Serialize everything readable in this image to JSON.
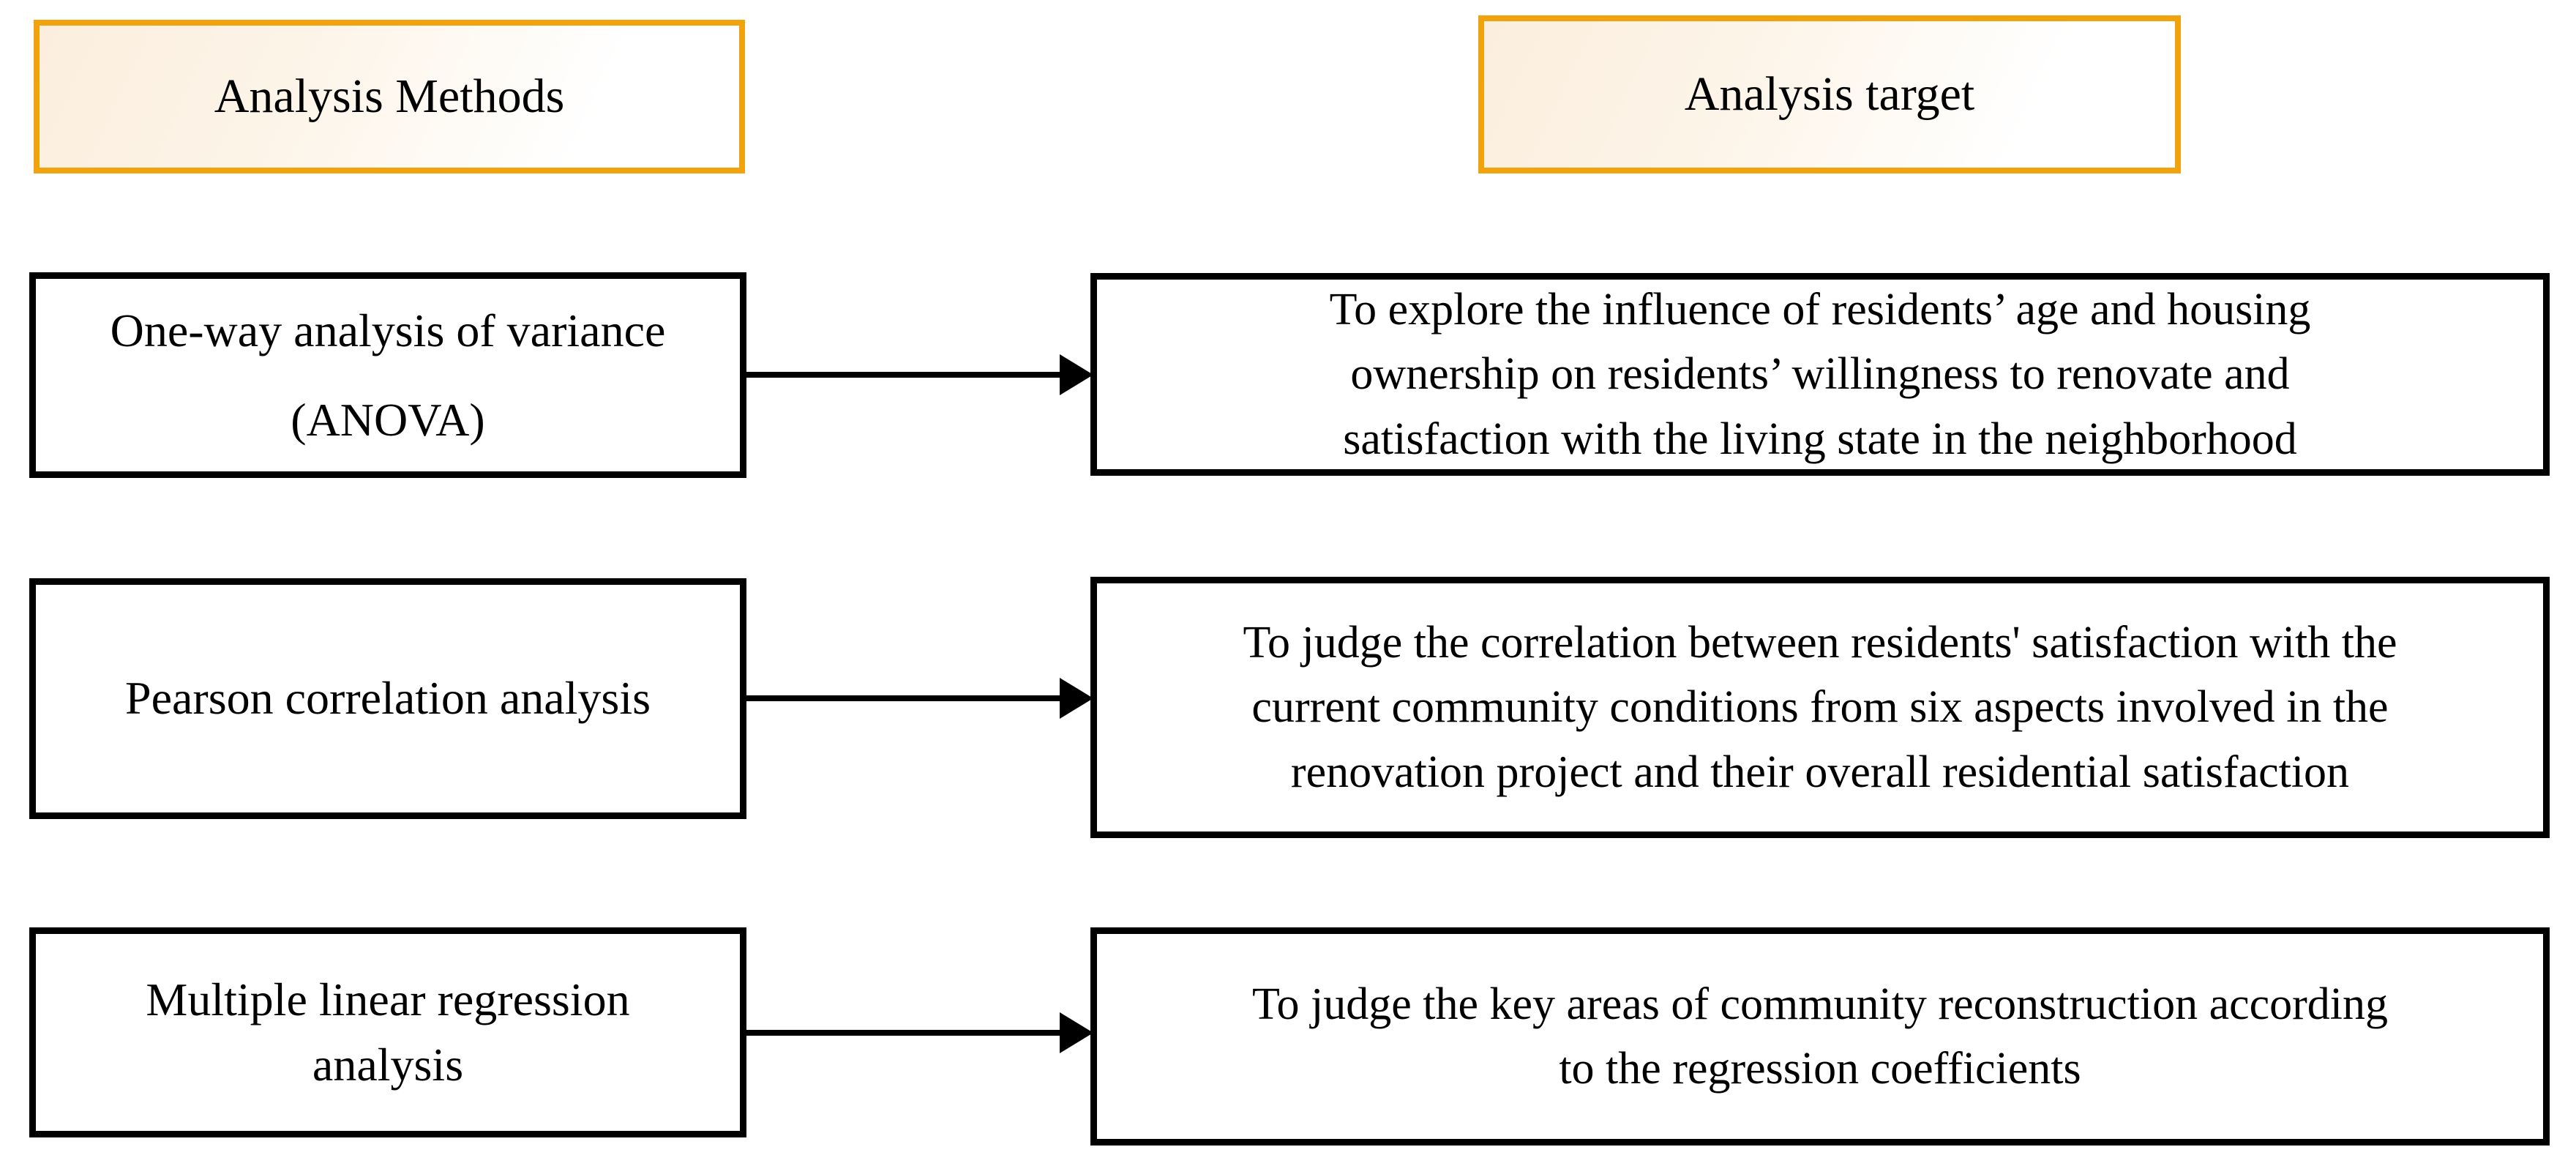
{
  "diagram": {
    "headers": {
      "methods_label": "Analysis Methods",
      "target_label": "Analysis target"
    },
    "rows": [
      {
        "method": "One-way analysis of variance\n(ANOVA)",
        "target": "To explore the influence of residents’ age and housing\nownership on residents’ willingness to renovate and\nsatisfaction with the living state in the neighborhood"
      },
      {
        "method": "Pearson correlation analysis",
        "target": "To judge the correlation between residents' satisfaction with the\ncurrent community conditions from six aspects involved in the\nrenovation project and their overall residential satisfaction"
      },
      {
        "method": "Multiple linear regression\nanalysis",
        "target": "To judge the key areas of community reconstruction according\nto the regression coefficients"
      }
    ],
    "colors": {
      "background": "#FFFFFF",
      "header_border": "#F0A30C",
      "header_fill_light": "#FBEEDD",
      "box_border": "#000000",
      "arrow": "#000000",
      "text": "#000000"
    }
  }
}
